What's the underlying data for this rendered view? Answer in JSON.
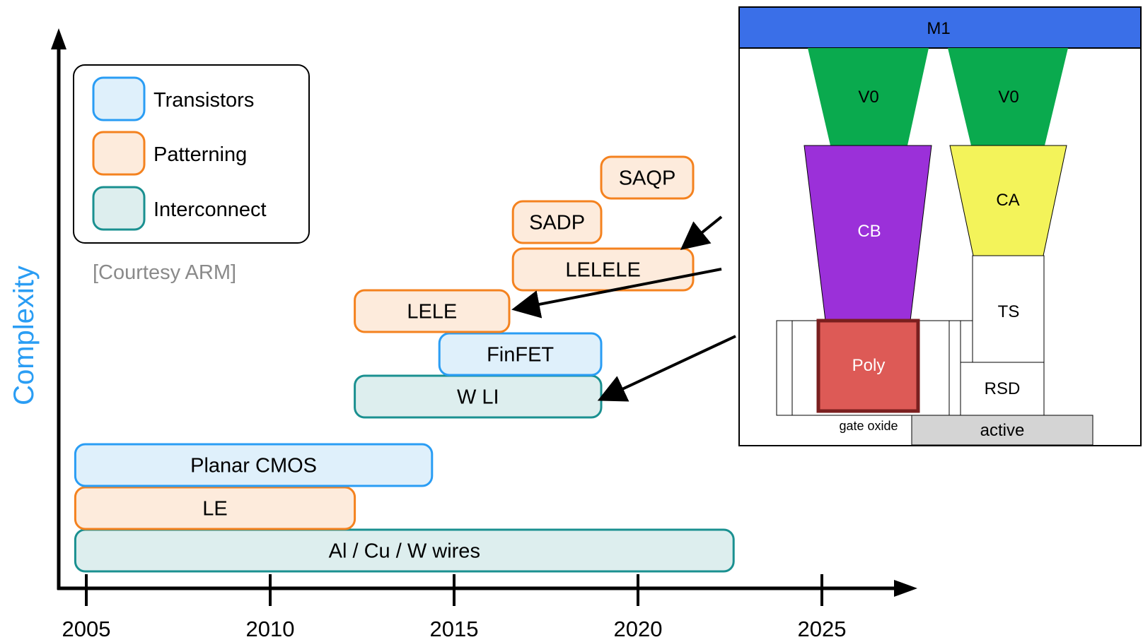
{
  "axes": {
    "ylabel": "Complexity",
    "xticks": [
      "2005",
      "2010",
      "2015",
      "2020",
      "2025"
    ]
  },
  "legend": {
    "items": [
      {
        "label": "Transistors",
        "fill": "#dff0fb",
        "stroke": "#2a9df4"
      },
      {
        "label": "Patterning",
        "fill": "#fdebdc",
        "stroke": "#f4821f"
      },
      {
        "label": "Interconnect",
        "fill": "#ddeeee",
        "stroke": "#1a9090"
      }
    ],
    "courtesy": "[Courtesy ARM]"
  },
  "timeline": {
    "bars": [
      {
        "label": "Al / Cu / W wires",
        "category": "Interconnect",
        "start_year": 2004.7,
        "end_year": 2022.6
      },
      {
        "label": "LE",
        "category": "Patterning",
        "start_year": 2004.7,
        "end_year": 2012.3
      },
      {
        "label": "Planar CMOS",
        "category": "Transistors",
        "start_year": 2004.7,
        "end_year": 2014.4
      },
      {
        "label": "W LI",
        "category": "Interconnect",
        "start_year": 2012.3,
        "end_year": 2019.0
      },
      {
        "label": "FinFET",
        "category": "Transistors",
        "start_year": 2014.6,
        "end_year": 2019.0
      },
      {
        "label": "LELE",
        "category": "Patterning",
        "start_year": 2012.3,
        "end_year": 2016.5
      },
      {
        "label": "LELELE",
        "category": "Patterning",
        "start_year": 2016.6,
        "end_year": 2021.5
      },
      {
        "label": "SADP",
        "category": "Patterning",
        "start_year": 2016.6,
        "end_year": 2019.0
      },
      {
        "label": "SAQP",
        "category": "Patterning",
        "start_year": 2019.0,
        "end_year": 2021.5
      }
    ]
  },
  "inset": {
    "labels": {
      "m1": "M1",
      "v0_left": "V0",
      "v0_right": "V0",
      "cb": "CB",
      "ca": "CA",
      "ts": "TS",
      "poly": "Poly",
      "rsd": "RSD",
      "gate_oxide": "gate oxide",
      "active": "active"
    },
    "colors": {
      "m1": "#3a6fe8",
      "v0": "#0aaa4e",
      "cb": "#9b30d9",
      "ca": "#f3f35a",
      "poly": "#dd5a56",
      "active": "#d4d4d4"
    }
  }
}
